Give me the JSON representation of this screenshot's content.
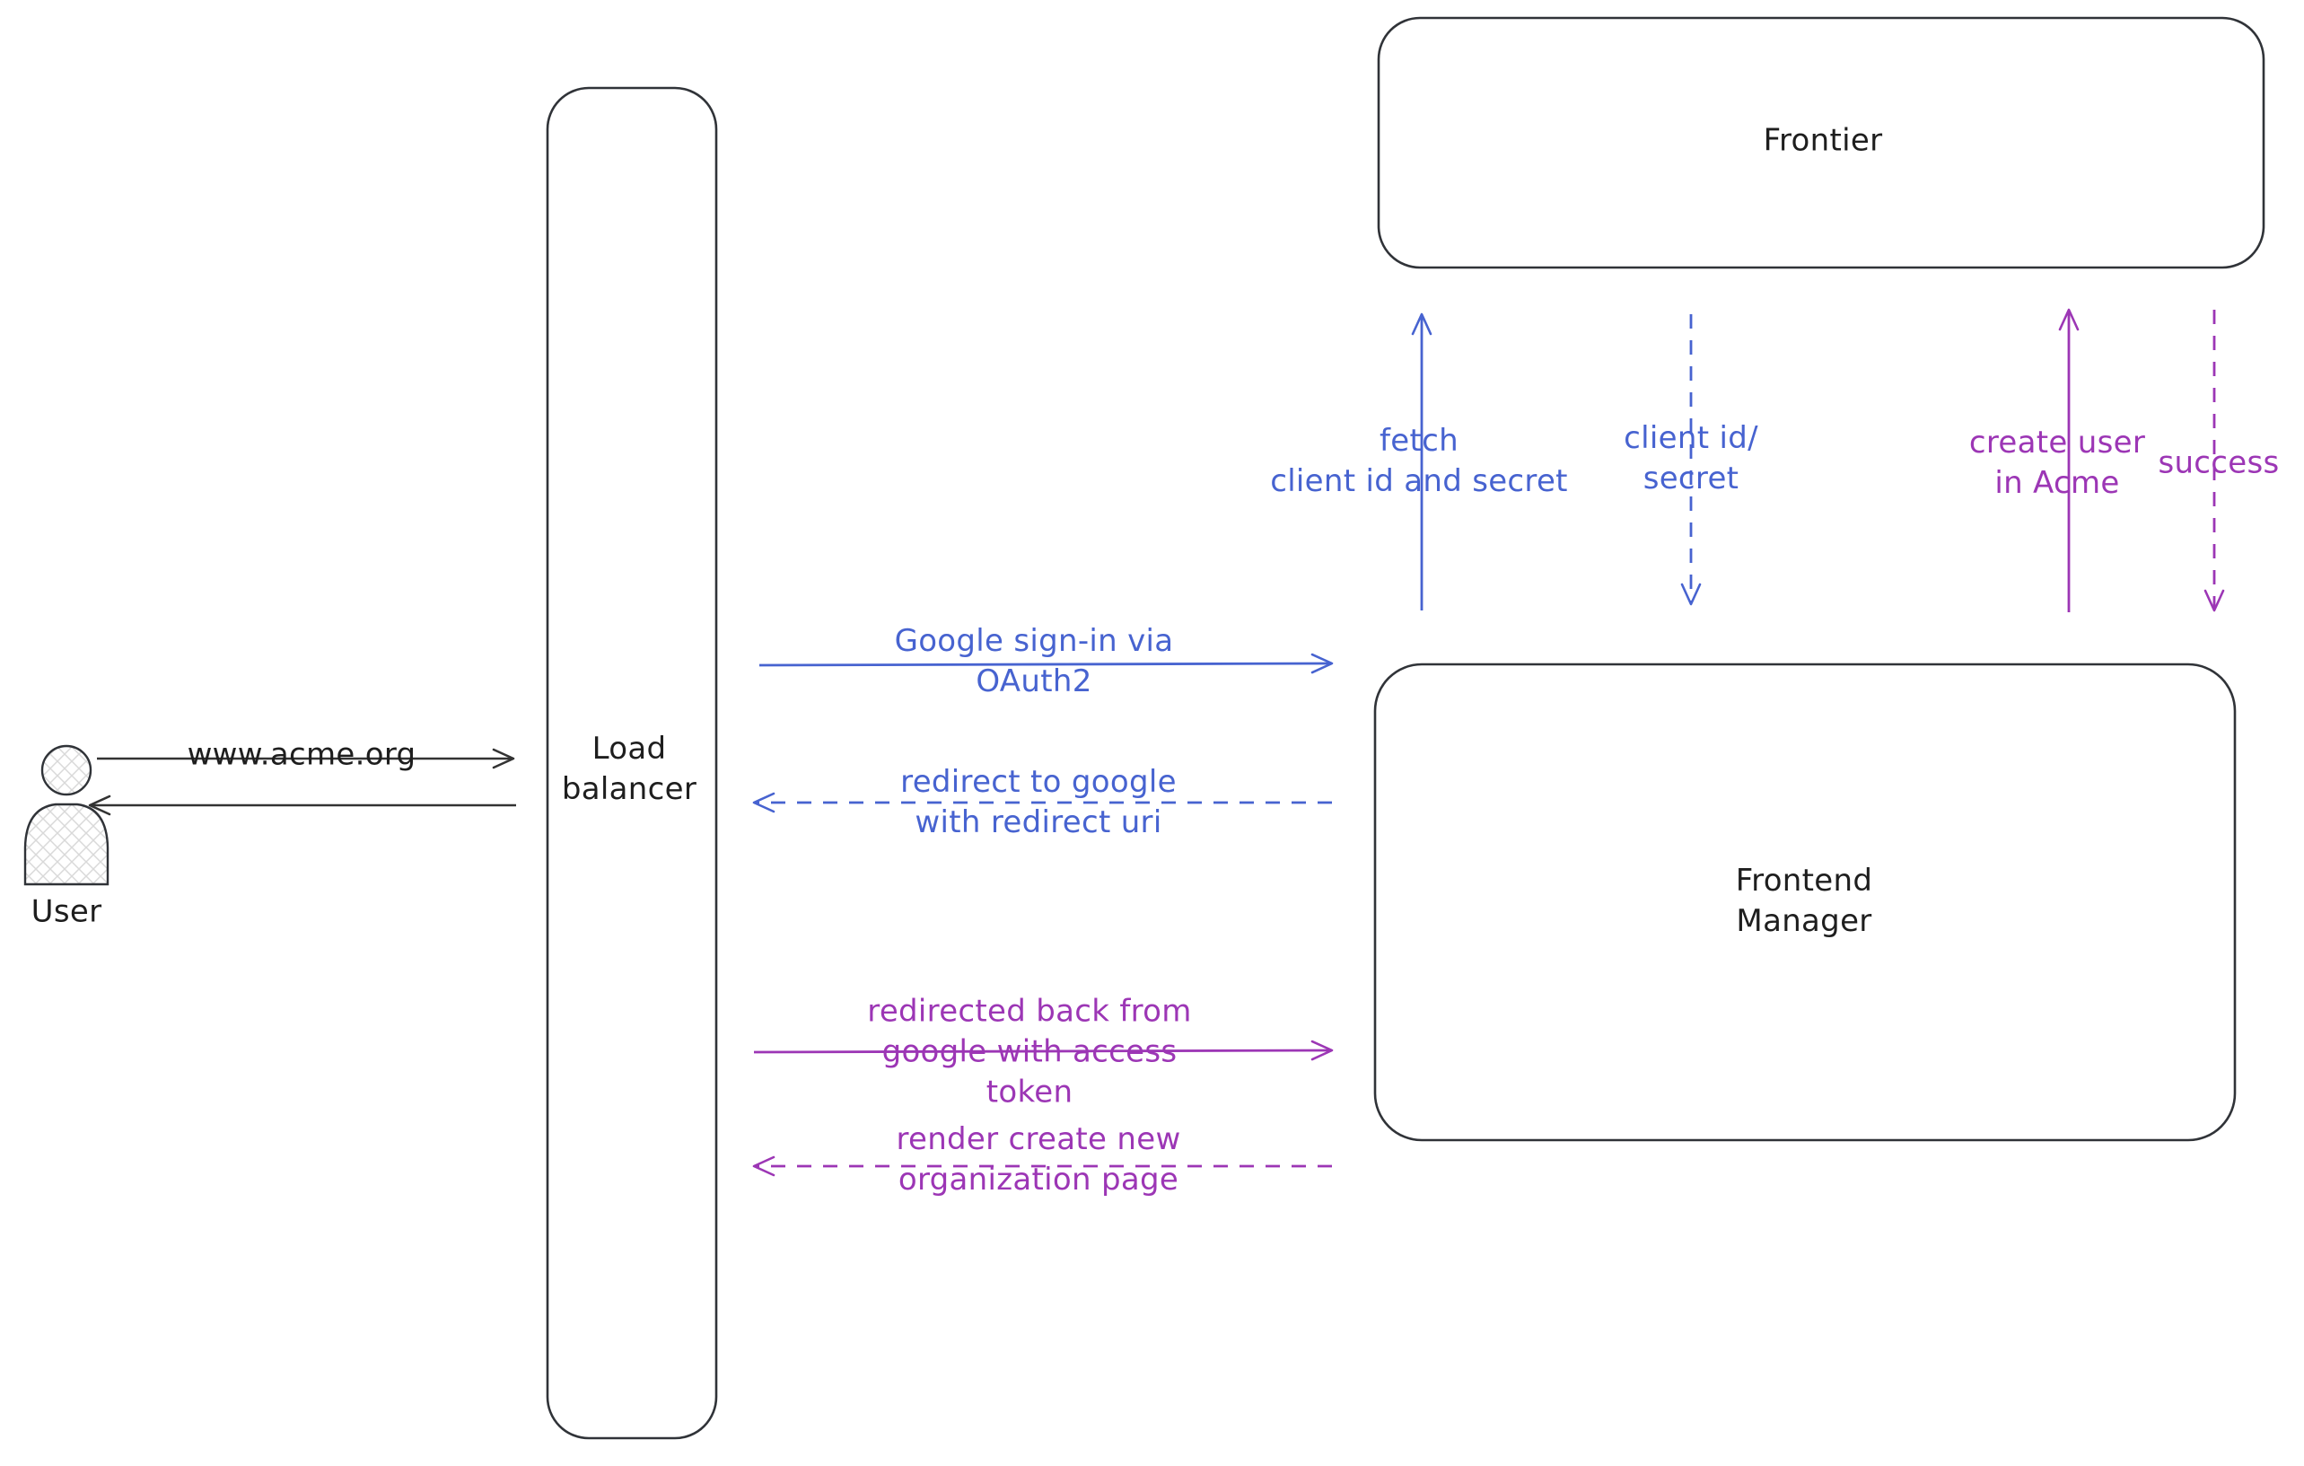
{
  "colors": {
    "stroke_black": "#333333",
    "box_stroke": "#303338",
    "blue": "#4763d0",
    "purple": "#9c36b5",
    "hatch_fill": "#d9d9d9",
    "background": "#ffffff"
  },
  "diagram": {
    "nodes": {
      "user": {
        "label": "User"
      },
      "load_balancer": {
        "label": "Load\nbalancer"
      },
      "frontier": {
        "label": "Frontier"
      },
      "frontend_manager": {
        "label": "Frontend\nManager"
      }
    },
    "edges": {
      "www_acme": {
        "label": "www.acme.org",
        "from": "user",
        "to": "load_balancer",
        "line": "solid",
        "color": "black"
      },
      "return_to_user": {
        "label": "",
        "from": "load_balancer",
        "to": "user",
        "line": "solid",
        "color": "black"
      },
      "google_signin": {
        "label": "Google sign-in via\nOAuth2",
        "from": "load_balancer",
        "to": "frontend_manager",
        "line": "solid",
        "color": "blue"
      },
      "redirect_to_google": {
        "label": "redirect to google\nwith redirect uri",
        "from": "frontend_manager",
        "to": "load_balancer",
        "line": "dashed",
        "color": "blue"
      },
      "redirected_back": {
        "label": "redirected back from\ngoogle with access\ntoken",
        "from": "load_balancer",
        "to": "frontend_manager",
        "line": "solid",
        "color": "purple"
      },
      "render_create": {
        "label": "render create new\norganization page",
        "from": "frontend_manager",
        "to": "load_balancer",
        "line": "dashed",
        "color": "purple"
      },
      "fetch_client": {
        "label": "fetch\nclient id and secret",
        "from": "frontend_manager",
        "to": "frontier",
        "line": "solid",
        "color": "blue"
      },
      "client_id_secret": {
        "label": "client id/\nsecret",
        "from": "frontier",
        "to": "frontend_manager",
        "line": "dashed",
        "color": "blue"
      },
      "create_user": {
        "label": "create user\nin Acme",
        "from": "frontend_manager",
        "to": "frontier",
        "line": "solid",
        "color": "purple"
      },
      "success": {
        "label": "success",
        "from": "frontier",
        "to": "frontend_manager",
        "line": "dashed",
        "color": "purple"
      }
    }
  }
}
